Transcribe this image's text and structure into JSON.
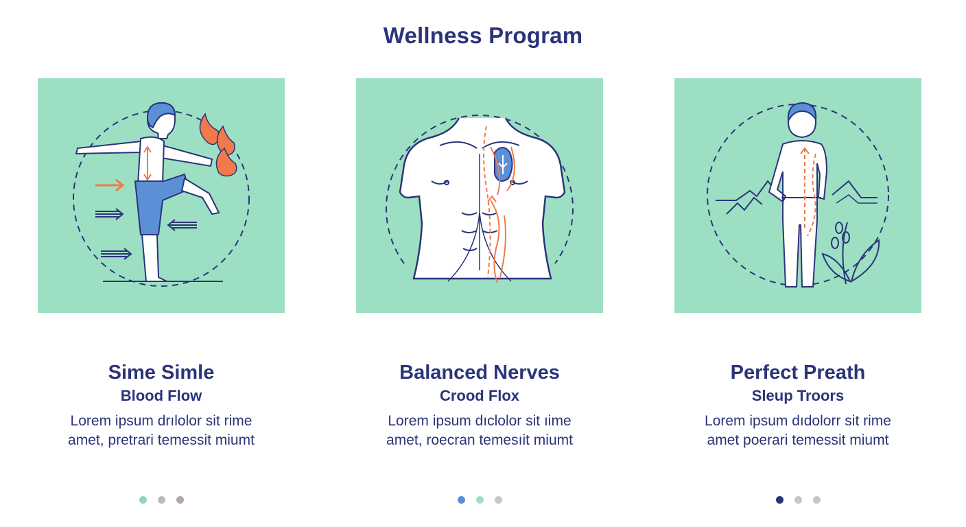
{
  "page": {
    "title": "Wellness Program"
  },
  "cards": [
    {
      "title": "Sime Simle",
      "subtitle": "Blood Flow",
      "body_line_1": "Lorem ipsum drılolor sit rime",
      "body_line_2": "amet, pretrari temessit miumt",
      "illustration": "person-balance-icon",
      "dots": [
        "#8fd3cc",
        "#b9bcc2",
        "#b3a6ac"
      ]
    },
    {
      "title": "Balanced Nerves",
      "subtitle": "Crood Flox",
      "body_line_1": "Lorem ipsum dıclolor sit ıime",
      "body_line_2": "amet, roecran temesıit miumt",
      "illustration": "torso-anatomy-icon",
      "dots": [
        "#5b8fd6",
        "#9fe0c4",
        "#c4c6ca"
      ]
    },
    {
      "title": "Perfect Preath",
      "subtitle": "Sleup Troors",
      "body_line_1": "Lorem ipsum dıdolorr sit rime",
      "body_line_2": "amet poerari temessit miumt",
      "illustration": "person-nature-icon",
      "dots": [
        "#2b3479",
        "#c4c6ca",
        "#c4c6ca"
      ]
    }
  ],
  "colors": {
    "panel": "#9ddfc3",
    "ink": "#2b3479",
    "accent_orange": "#f07a4a",
    "accent_blue": "#5b8fd6"
  }
}
